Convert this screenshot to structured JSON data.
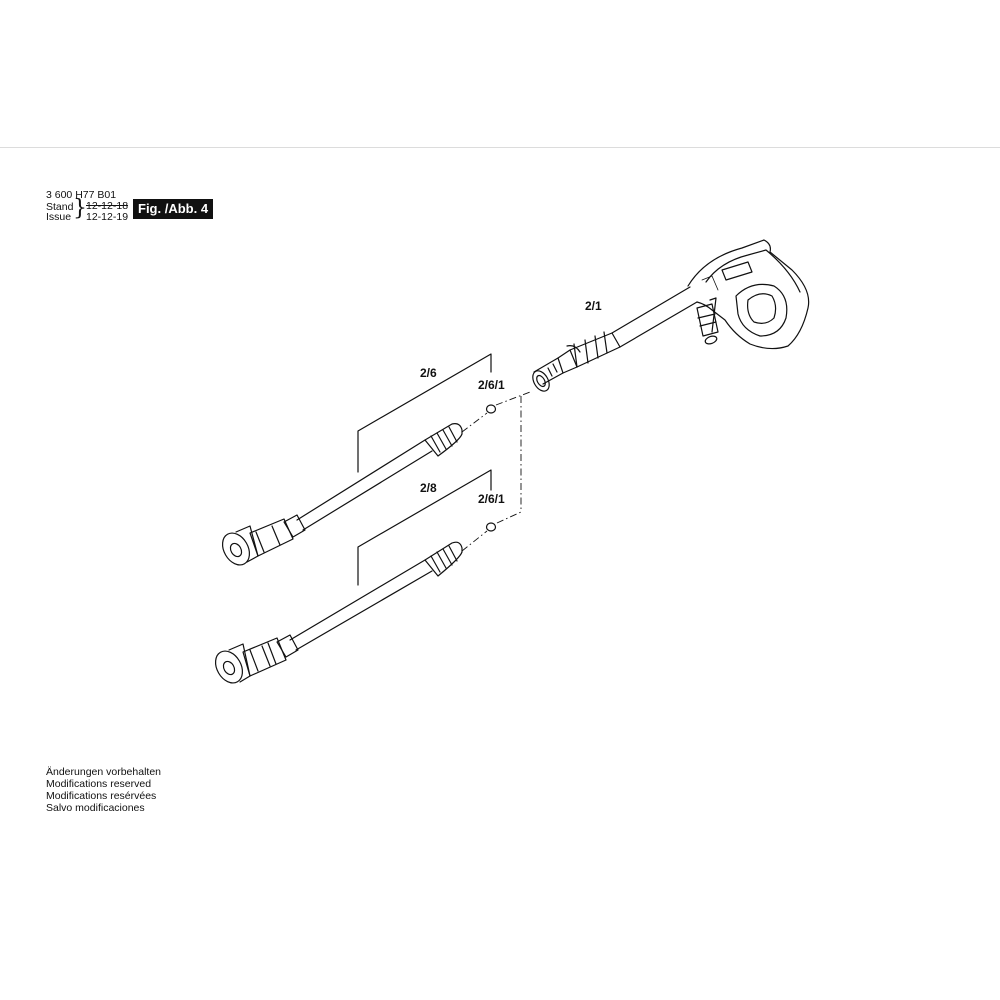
{
  "header": {
    "document_number": "3 600 H77 B01",
    "stand_label": "Stand",
    "issue_label": "Issue",
    "stand_date_struck": "12-12-18",
    "issue_date": "12-12-19",
    "figure_label": "Fig. /Abb. 4"
  },
  "callouts": {
    "gun": "2/1",
    "lance_a": "2/6",
    "oring_a": "2/6/1",
    "lance_b": "2/8",
    "oring_b": "2/6/1"
  },
  "notes": [
    "Änderungen vorbehalten",
    "Modifications reserved",
    "Modifications resérvées",
    "Salvo modificaciones"
  ]
}
